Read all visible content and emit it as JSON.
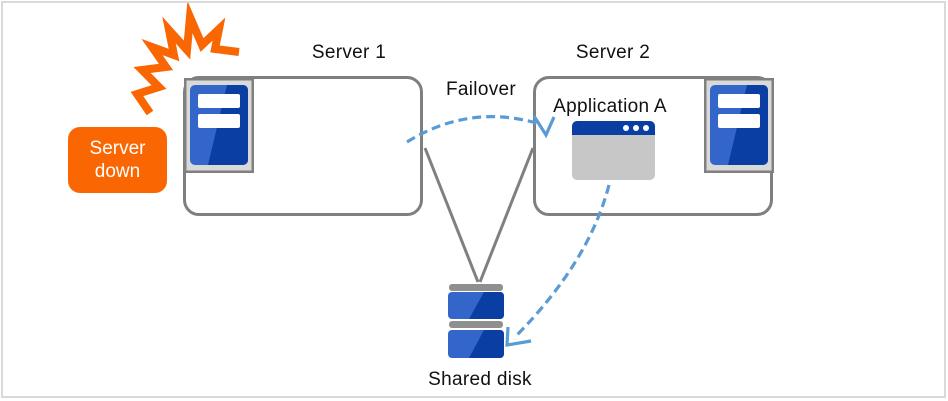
{
  "diagram": {
    "type": "failover-cluster-diagram",
    "labels": {
      "server1": "Server 1",
      "server2": "Server 2",
      "failover": "Failover",
      "application": "Application A",
      "shared_disk": "Shared disk",
      "server_down": "Server down"
    },
    "icons": {
      "spark": "crash-spark",
      "server1": "tower-server",
      "server2": "tower-server",
      "application": "app-window",
      "shared_disk": "disk-array"
    },
    "colors": {
      "alert_orange": "#f96602",
      "box_border": "#7f7f7f",
      "icon_frame_fill": "#d9d9d9",
      "icon_frame_border": "#808080",
      "server_blue_light": "#3465c9",
      "server_blue_dark": "#0b3ea3",
      "window_title_blue": "#0b3ea3",
      "window_body_gray": "#c7c7c7",
      "disk_bar_gray": "#8f8f8f",
      "connector_gray": "#808080",
      "arrow_dashed_blue": "#5b9bd5",
      "text_black": "#111111"
    }
  }
}
